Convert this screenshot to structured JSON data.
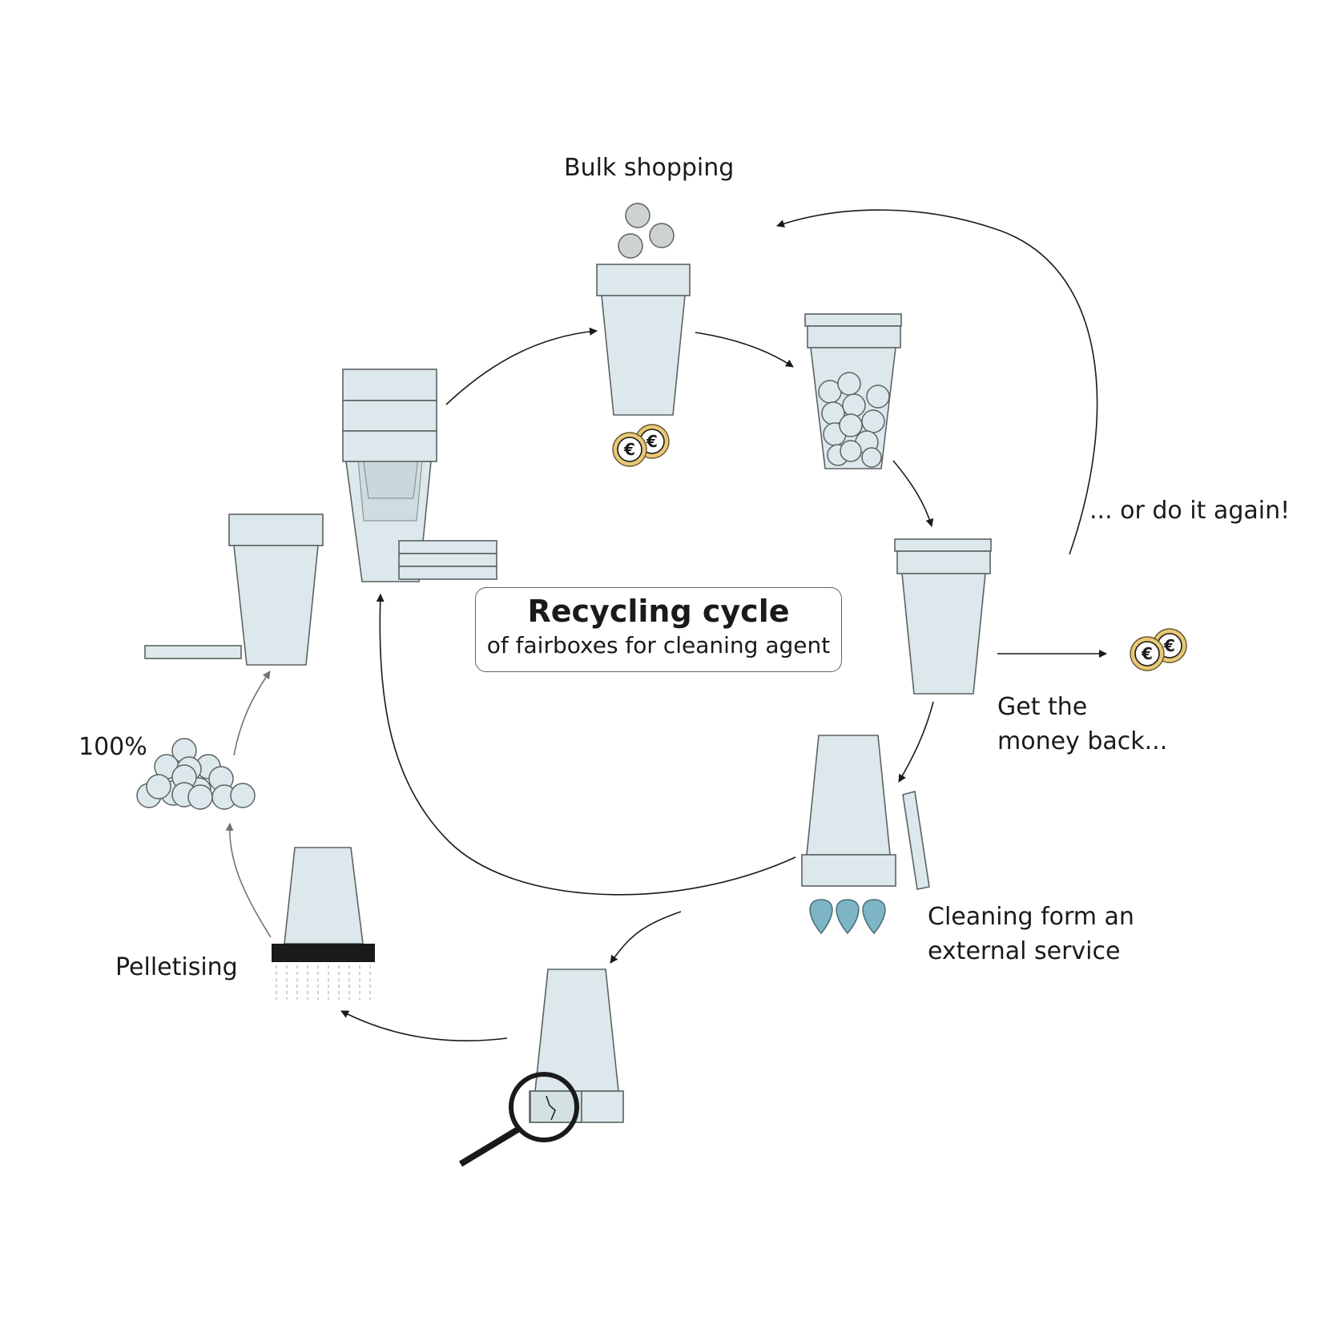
{
  "diagram": {
    "title": "Recycling cycle",
    "subtitle": "of fairboxes for cleaning agent",
    "labels": {
      "bulk_shopping": "Bulk shopping",
      "do_it_again": "... or do it again!",
      "money_back_line1": "Get the",
      "money_back_line2": "money back...",
      "cleaning_line1": "Cleaning form an",
      "cleaning_line2": "external service",
      "pelletising": "Pelletising",
      "percent": "100%"
    },
    "currency_symbol": "€",
    "colors": {
      "cup_fill": "#dce8eb",
      "outline": "#5d6263",
      "coin_gold": "#e9c877",
      "drop_blue": "#7db5c4"
    }
  }
}
